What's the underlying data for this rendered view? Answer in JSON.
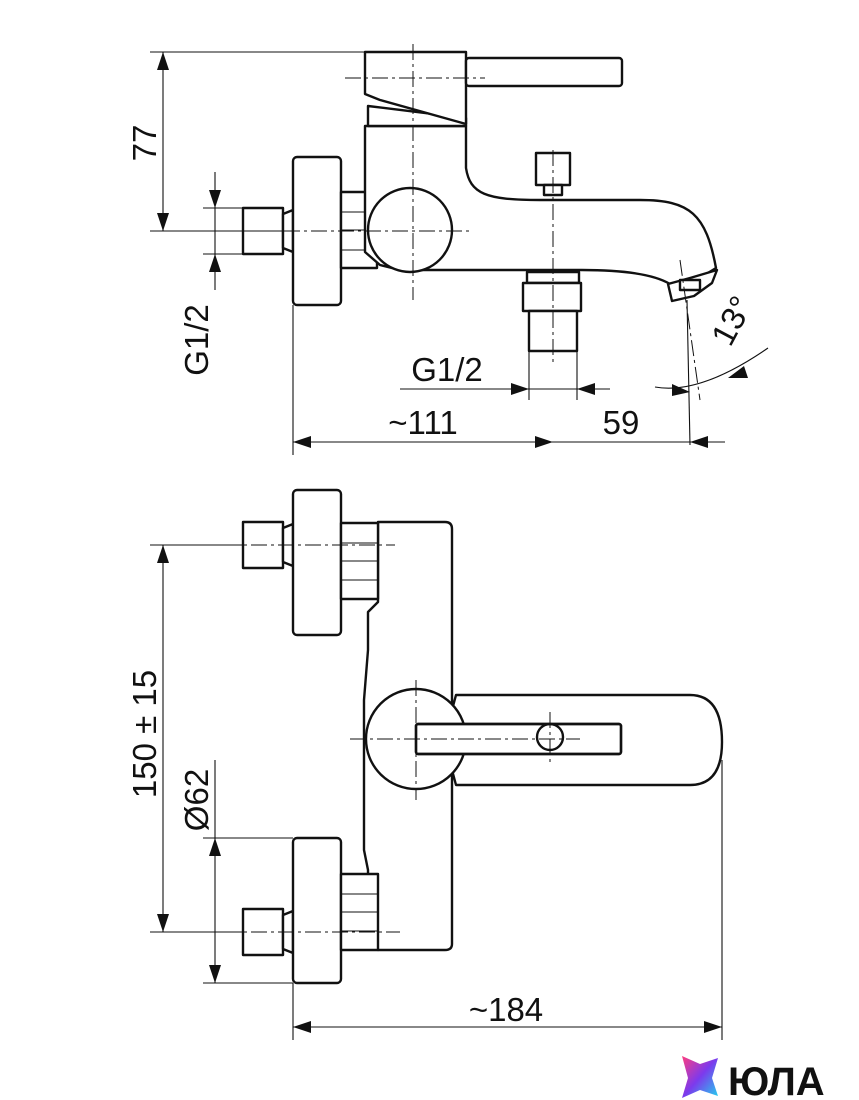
{
  "top_view": {
    "dim_height": "77",
    "dim_inlet_thread": "G1/2",
    "dim_outlet_thread": "G1/2",
    "dim_depth": "~111",
    "dim_spout": "59",
    "dim_angle": "13°"
  },
  "front_view": {
    "dim_spacing": "150 ± 15",
    "dim_flange": "Ø62",
    "dim_width": "~184"
  },
  "watermark": {
    "brand": "ЮЛА",
    "colors": [
      "#ff3d7f",
      "#7c3aed",
      "#22d3ee"
    ]
  }
}
